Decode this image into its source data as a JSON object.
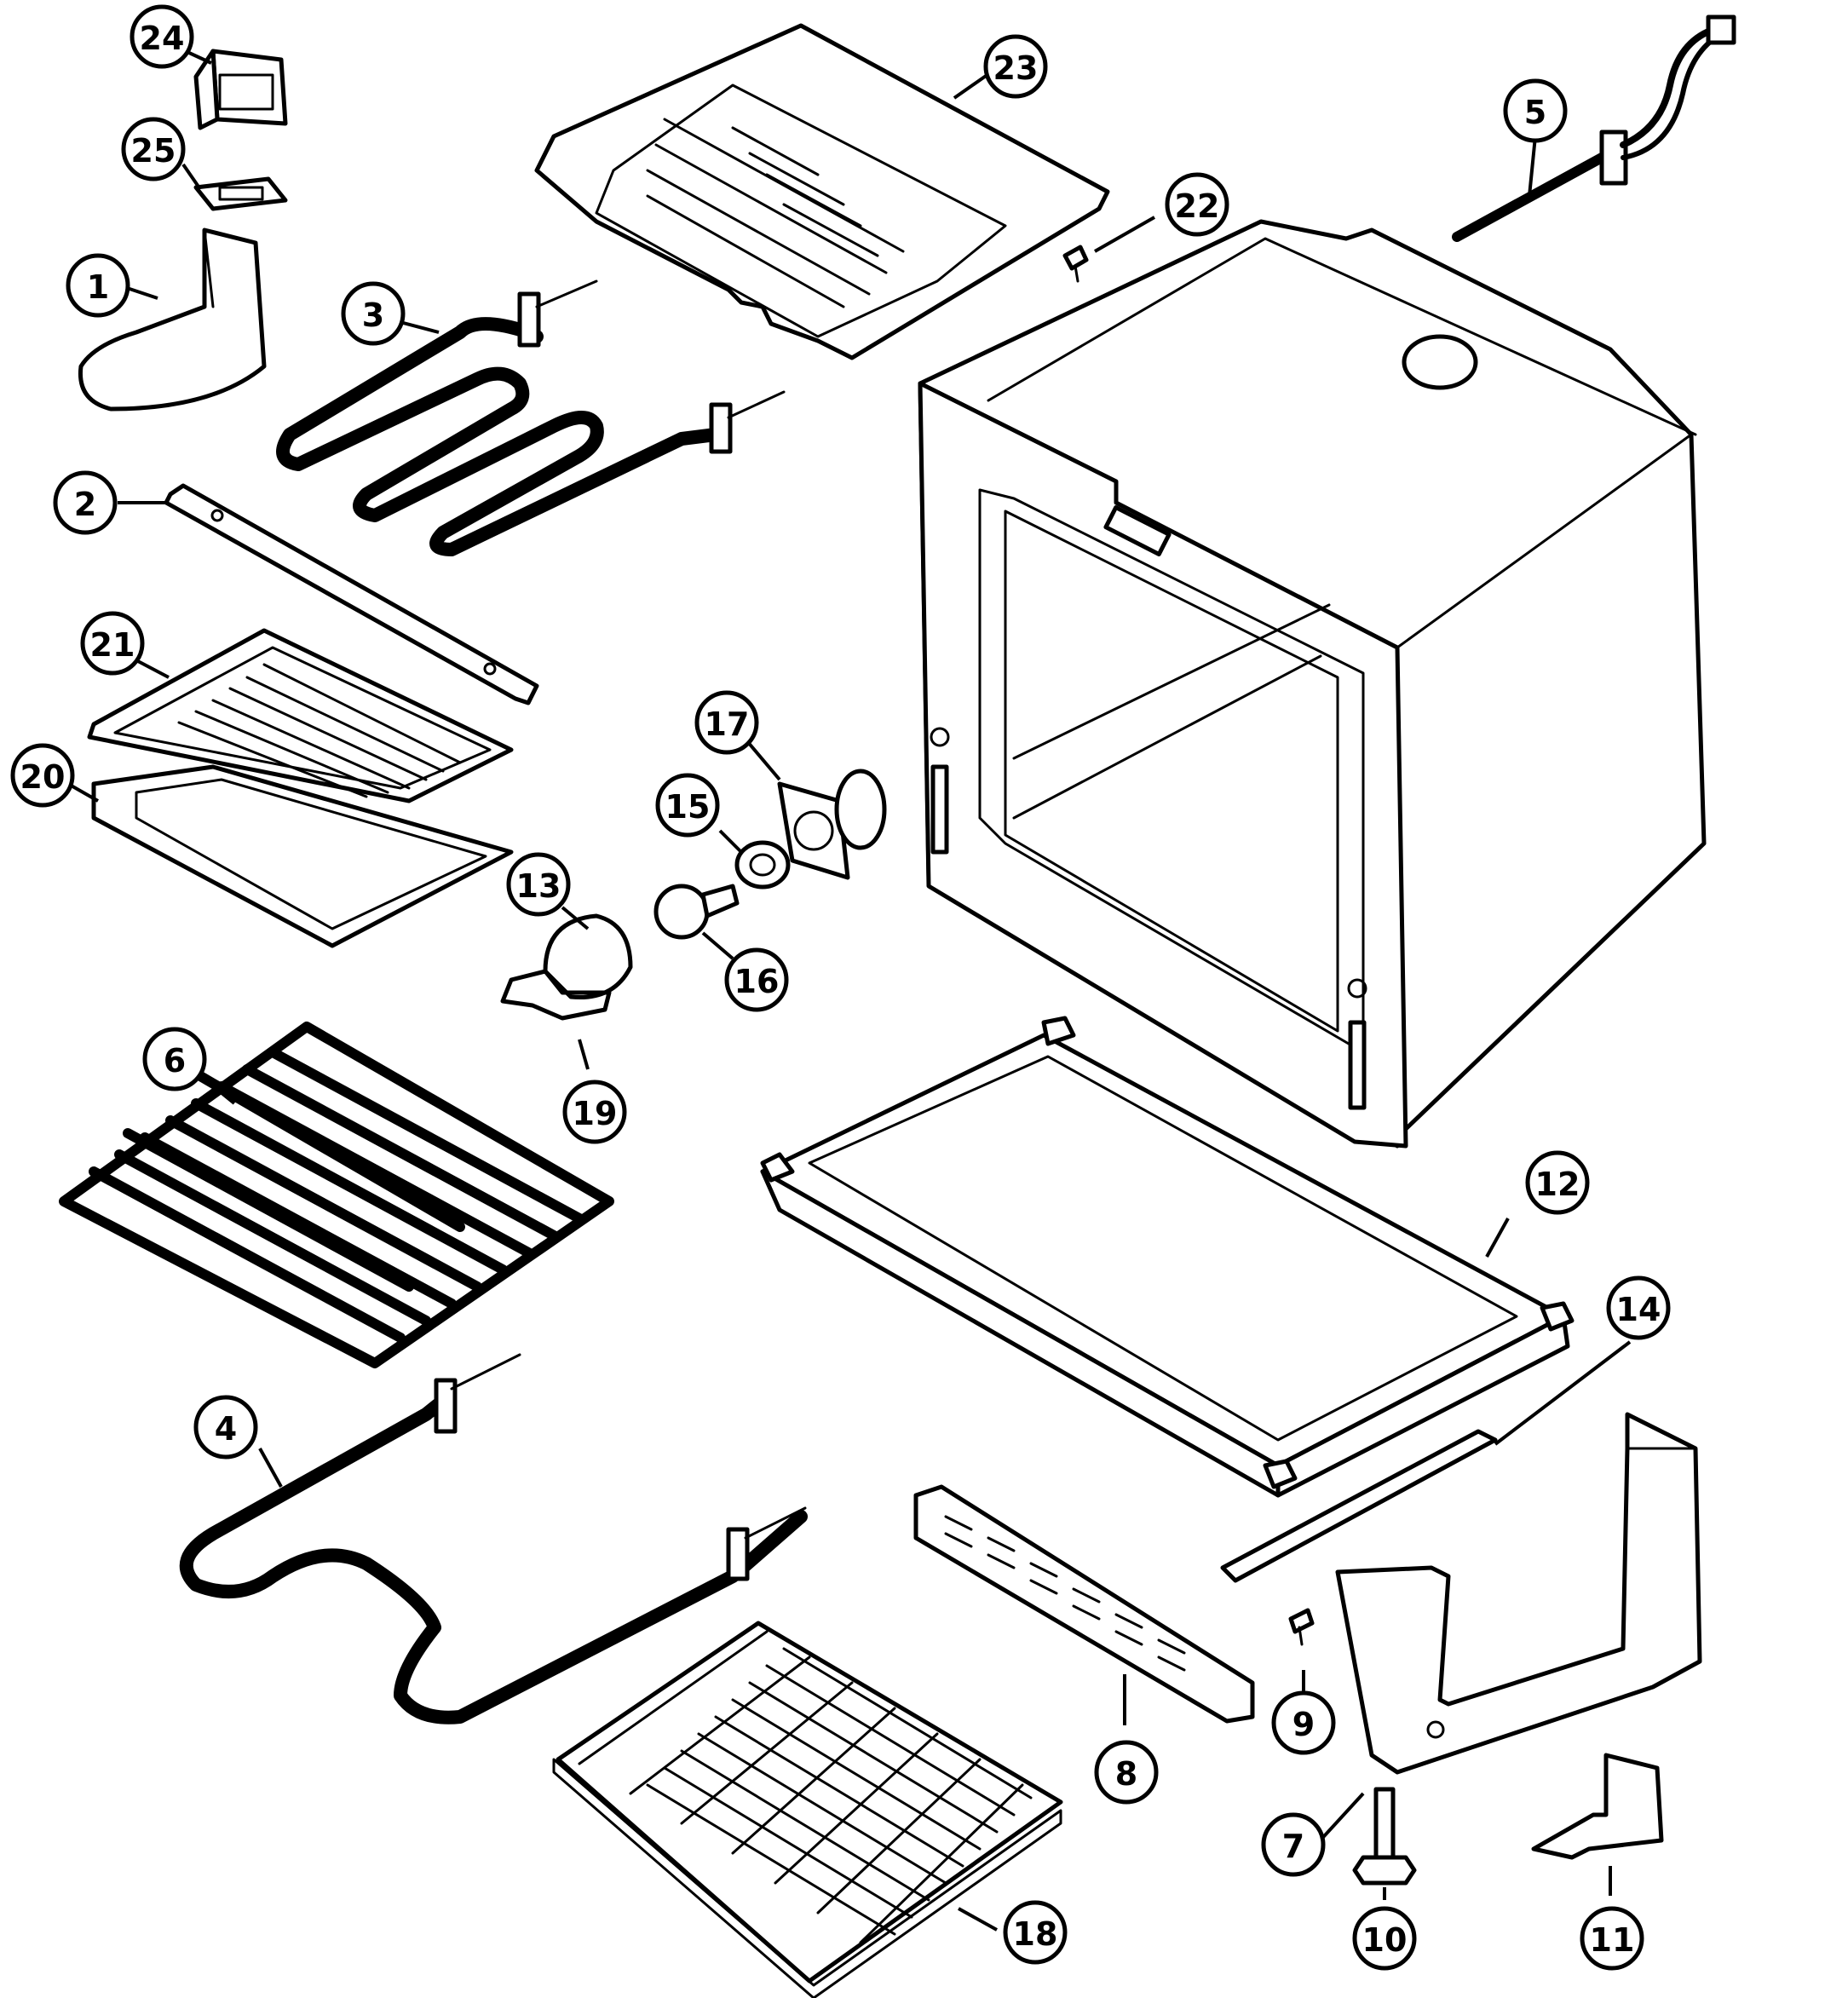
{
  "diagram": {
    "type": "exploded-parts-view",
    "callouts": [
      {
        "id": "p1",
        "label": "1"
      },
      {
        "id": "p2",
        "label": "2"
      },
      {
        "id": "p3",
        "label": "3"
      },
      {
        "id": "p4",
        "label": "4"
      },
      {
        "id": "p5",
        "label": "5"
      },
      {
        "id": "p6",
        "label": "6"
      },
      {
        "id": "p7",
        "label": "7"
      },
      {
        "id": "p8",
        "label": "8"
      },
      {
        "id": "p9",
        "label": "9"
      },
      {
        "id": "p10",
        "label": "10"
      },
      {
        "id": "p11",
        "label": "11"
      },
      {
        "id": "p12",
        "label": "12"
      },
      {
        "id": "p13",
        "label": "13"
      },
      {
        "id": "p14",
        "label": "14"
      },
      {
        "id": "p15",
        "label": "15"
      },
      {
        "id": "p16",
        "label": "16"
      },
      {
        "id": "p17",
        "label": "17"
      },
      {
        "id": "p18",
        "label": "18"
      },
      {
        "id": "p19",
        "label": "19"
      },
      {
        "id": "p20",
        "label": "20"
      },
      {
        "id": "p21",
        "label": "21"
      },
      {
        "id": "p22",
        "label": "22"
      },
      {
        "id": "p23",
        "label": "23"
      },
      {
        "id": "p24",
        "label": "24"
      },
      {
        "id": "p25",
        "label": "25"
      }
    ],
    "colors": {
      "line": "#000000",
      "background": "#ffffff"
    }
  }
}
